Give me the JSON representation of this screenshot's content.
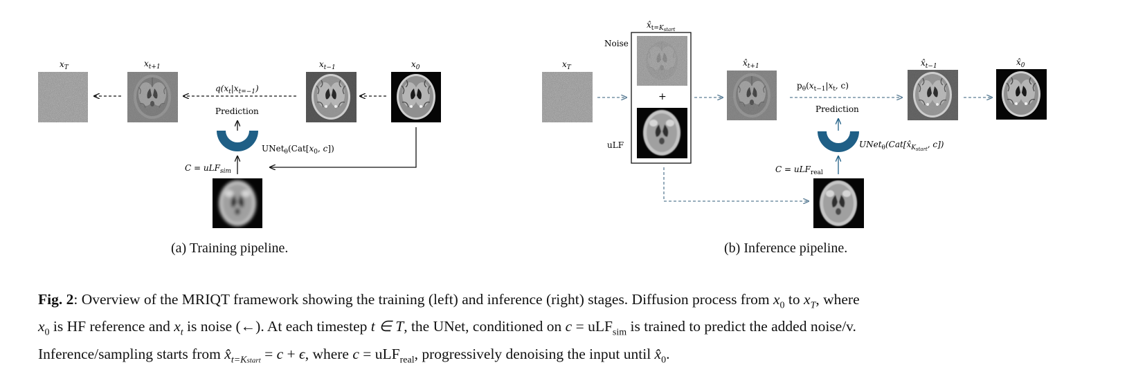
{
  "figure": {
    "training": {
      "subcaption": "(a) Training pipeline.",
      "xT_label": "x_T",
      "xt1_label": "x_{t+1}",
      "xtm1_label": "x_{t−1}",
      "x0_label": "x_0",
      "forward_label": "q(x_t|x_{t=−1})",
      "prediction_label": "Prediction",
      "unet_label": "UNet_θ(Cat[x_0, c])",
      "condition_label": "C = uLF_sim"
    },
    "inference": {
      "subcaption": "(b) Inference pipeline.",
      "xT_label": "x_T",
      "start_label": "x̂_{t=K_start}",
      "noise_label": "Noise",
      "plus_label": "+",
      "ulf_label": "uLF",
      "xt1_label": "x̂_{t+1}",
      "xtm1_label": "x̂_{t−1}",
      "x0_label": "x̂_0",
      "reverse_label": "p_θ(x_{t−1}|x_t, c)",
      "prediction_label": "Prediction",
      "unet_label": "UNet_θ(Cat[x̂_{K_start}, c])",
      "condition_label": "C = uLF_real"
    },
    "colors": {
      "unet": "#1f5f86",
      "dashed_arrow": "#5a7d95",
      "black": "#111111"
    }
  },
  "caption": {
    "label": "Fig. 2",
    "sentence1": ": Overview of the MRIQT framework showing the training (left) and inference (right) stages. Diffusion process from ",
    "s1_x0": "x",
    "s1_x0_sub": "0",
    "s1_to": " to ",
    "s1_xT": "x",
    "s1_xT_sub": "T",
    "s1_where": ", where",
    "line2_x0": "x",
    "line2_x0_sub": "0",
    "line2_a": " is HF reference and ",
    "line2_xt": "x",
    "line2_xt_sub": "t",
    "line2_b": " is noise (←). At each timestep ",
    "line2_t": "t ∈ T",
    "line2_c": ", the UNet, conditioned on ",
    "line2_ceq": "c",
    "line2_d": " = uLF",
    "line2_sim": "sim",
    "line2_e": " is trained to predict the added noise/v.",
    "line3_a": "Inference/sampling starts from ",
    "line3_x": "x̂",
    "line3_sub": "t=K",
    "line3_subsub": "start",
    "line3_b": " = ",
    "line3_c": "c",
    "line3_d": " + ",
    "line3_eps": "ϵ",
    "line3_e": ", where ",
    "line3_c2": "c",
    "line3_f": " = uLF",
    "line3_real": "real",
    "line3_g": ", progressively denoising the input until ",
    "line3_x0": "x̂",
    "line3_x0_sub": "0",
    "line3_end": "."
  }
}
